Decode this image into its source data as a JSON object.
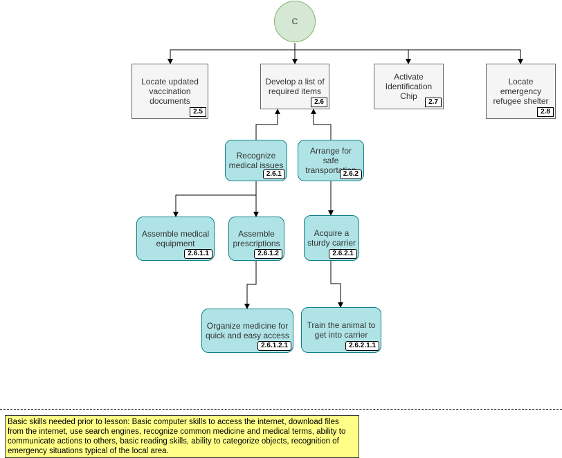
{
  "root": {
    "label": "C"
  },
  "level1": [
    {
      "id": "loc-vacc",
      "text": "Locate updated vaccination documents",
      "code": "2.5"
    },
    {
      "id": "dev-list",
      "text": "Develop a list of required items",
      "code": "2.6"
    },
    {
      "id": "act-chip",
      "text": "Activate Identification Chip",
      "code": "2.7"
    },
    {
      "id": "loc-shelter",
      "text": "Locate emergency refugee shelter",
      "code": "2.8"
    }
  ],
  "level2": [
    {
      "id": "rec-med",
      "text": "Recognize medical issues",
      "code": "2.6.1"
    },
    {
      "id": "arr-trans",
      "text": "Arrange for safe transportation",
      "code": "2.6.2"
    }
  ],
  "level3": [
    {
      "id": "asm-equip",
      "text": "Assemble medical equipment",
      "code": "2.6.1.1"
    },
    {
      "id": "asm-presc",
      "text": "Assemble prescriptions",
      "code": "2.6.1.2"
    },
    {
      "id": "acq-carrier",
      "text": "Acquire a sturdy carrier",
      "code": "2.6.2.1"
    }
  ],
  "level4": [
    {
      "id": "org-med",
      "text": "Organize medicine for quick and easy access",
      "code": "2.6.1.2.1"
    },
    {
      "id": "train-animal",
      "text": "Train the animal to get into carrier",
      "code": "2.6.2.1.1"
    }
  ],
  "note": {
    "text": "Basic skills needed prior to lesson: Basic computer skills to access the internet, download files from the internet, use search engines, recognize common medicine and medical terms, ability to communicate actions to others, basic reading skills, ability to categorize objects, recognition of emergency situations typical of the local area."
  },
  "colors": {
    "root_fill": "#d5e8d4",
    "root_stroke": "#82b366",
    "level1_fill": "#f5f5f5",
    "level1_stroke": "#666666",
    "task_fill": "#b0e3e6",
    "task_stroke": "#0e8088",
    "note_fill": "#ffff88"
  }
}
